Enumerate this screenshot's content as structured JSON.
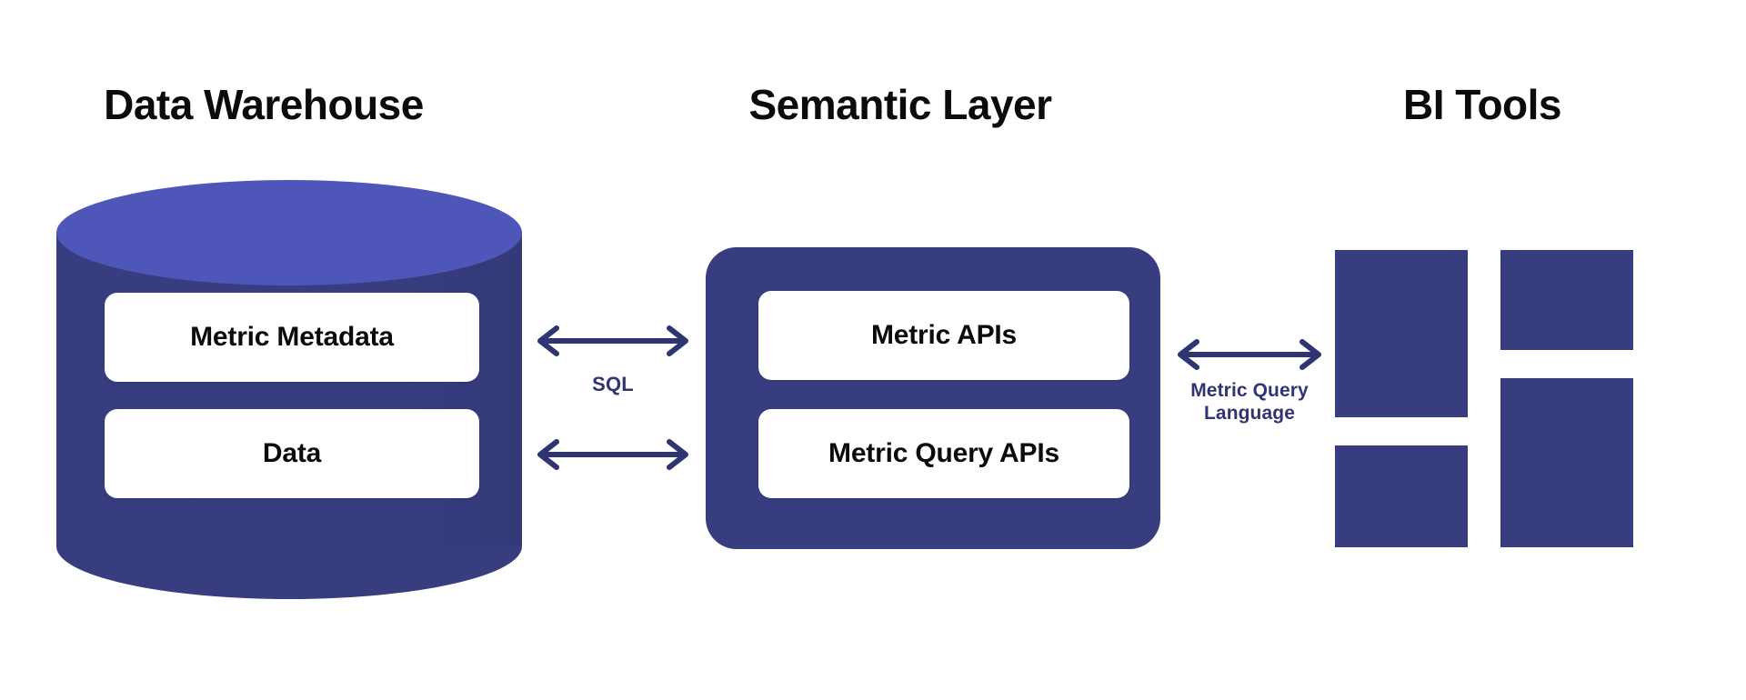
{
  "diagram": {
    "type": "architecture-flow",
    "background_color": "#ffffff",
    "palette": {
      "cylinder_top": "#4f56b9",
      "cylinder_body": "#373d7e",
      "box_navy": "#373d7e",
      "arrow_navy": "#2f3573",
      "label_navy": "#2f3573",
      "card_white": "#ffffff",
      "title_black": "#0b0b0d"
    },
    "columns": [
      {
        "id": "data-warehouse",
        "title": "Data Warehouse",
        "shape": "cylinder",
        "items": [
          {
            "label": "Metric Metadata"
          },
          {
            "label": "Data"
          }
        ]
      },
      {
        "id": "semantic-layer",
        "title": "Semantic Layer",
        "shape": "rounded-rectangle",
        "items": [
          {
            "label": "Metric APIs"
          },
          {
            "label": "Metric Query APIs"
          }
        ]
      },
      {
        "id": "bi-tools",
        "title": "BI Tools",
        "shape": "tile-grid",
        "tiles": [
          {
            "id": "tile-1"
          },
          {
            "id": "tile-2"
          },
          {
            "id": "tile-3"
          },
          {
            "id": "tile-4"
          }
        ]
      }
    ],
    "connectors": [
      {
        "id": "warehouse-to-semantic",
        "label": "SQL",
        "label_lines": [
          "SQL"
        ],
        "arrow_style": "double-headed",
        "arrow_count": 2,
        "from": "data-warehouse",
        "to": "semantic-layer"
      },
      {
        "id": "semantic-to-bitools",
        "label": "Metric Query Language",
        "label_lines": [
          "Metric Query",
          "Language"
        ],
        "arrow_style": "double-headed",
        "arrow_count": 1,
        "from": "semantic-layer",
        "to": "bi-tools"
      }
    ]
  }
}
